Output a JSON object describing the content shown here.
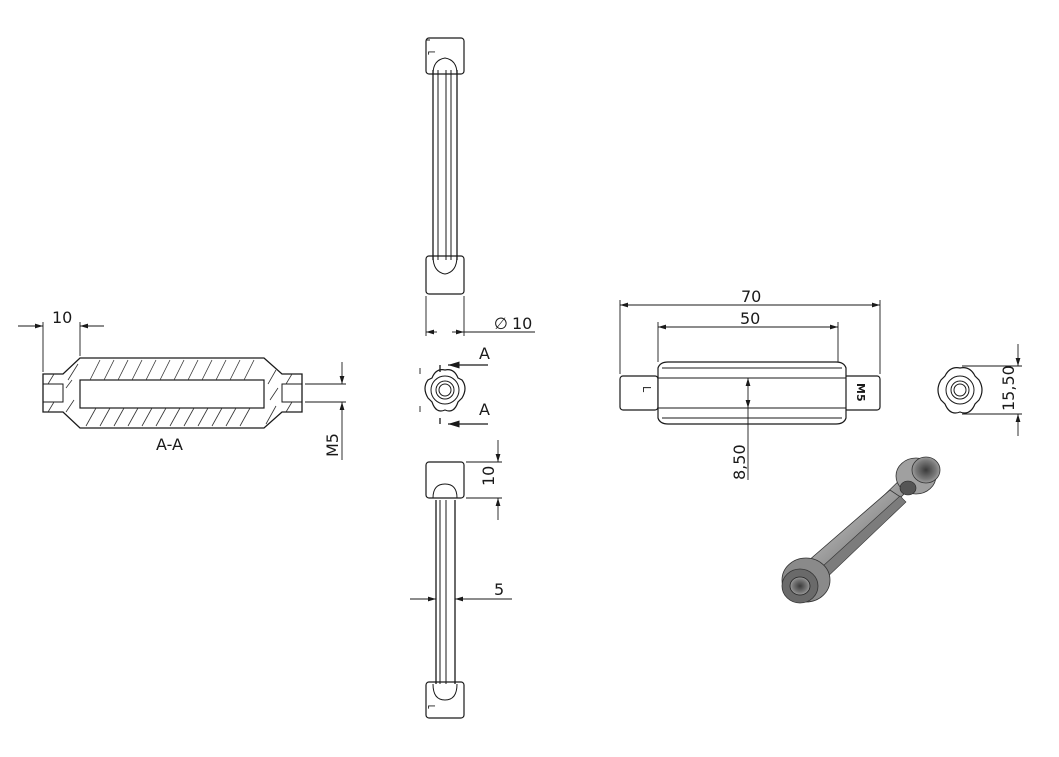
{
  "section_view": {
    "label": "A-A",
    "dim_end": "10",
    "dim_thread": "M5"
  },
  "top_view": {
    "dim_diameter": "10",
    "diameter_symbol": "∅"
  },
  "end_view": {
    "section_marker_top": "A",
    "section_marker_bottom": "A"
  },
  "bottom_view": {
    "dim_end_length": "10",
    "dim_width": "5"
  },
  "front_view": {
    "dim_total": "70",
    "dim_middle": "50",
    "dim_height": "8,50",
    "engraving_left": "L",
    "engraving_right": "M5"
  },
  "side_view": {
    "dim_outer": "15,50"
  },
  "iso_view": {
    "shading": "#8a8a8a"
  }
}
